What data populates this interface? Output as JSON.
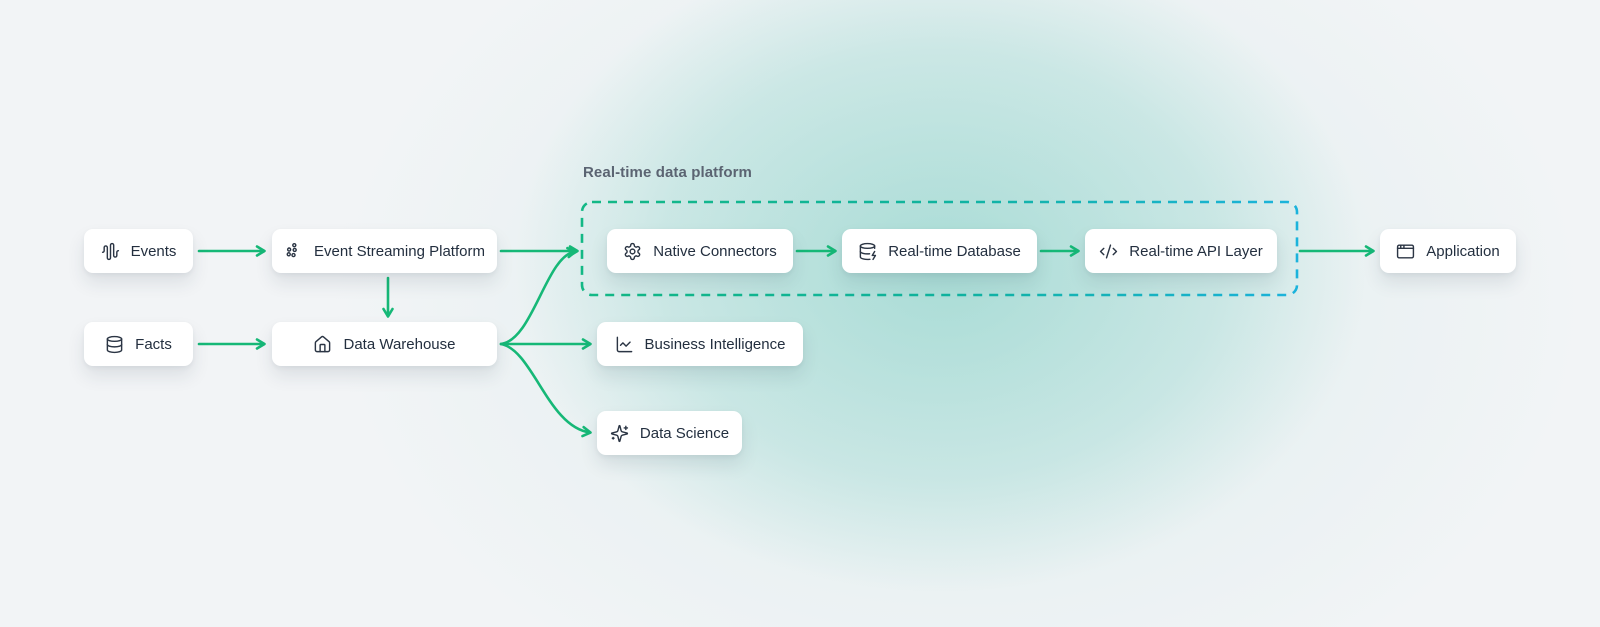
{
  "group": {
    "label": "Real-time data platform",
    "border_gradient_from": "#13b885",
    "border_gradient_mid": "#10b39e",
    "border_gradient_to": "#1cb3dc"
  },
  "colors": {
    "arrow": "#16b877",
    "node_text": "#232f3f",
    "icon_stroke": "#2b3544",
    "label_text": "#5b6472",
    "background": "#f2f4f6",
    "glow": "#7ecec3"
  },
  "nodes": [
    {
      "id": "events",
      "label": "Events",
      "icon": "waveform-icon"
    },
    {
      "id": "facts",
      "label": "Facts",
      "icon": "database-icon"
    },
    {
      "id": "event-streaming-platform",
      "label": "Event Streaming Platform",
      "icon": "cluster-icon"
    },
    {
      "id": "data-warehouse",
      "label": "Data Warehouse",
      "icon": "home-icon"
    },
    {
      "id": "native-connectors",
      "label": "Native Connectors",
      "icon": "gear-icon"
    },
    {
      "id": "realtime-database",
      "label": "Real-time Database",
      "icon": "database-zap-icon"
    },
    {
      "id": "realtime-api-layer",
      "label": "Real-time API Layer",
      "icon": "code-icon"
    },
    {
      "id": "application",
      "label": "Application",
      "icon": "app-window-icon"
    },
    {
      "id": "business-intelligence",
      "label": "Business Intelligence",
      "icon": "chart-line-icon"
    },
    {
      "id": "data-science",
      "label": "Data Science",
      "icon": "sparkles-icon"
    }
  ],
  "edges": [
    {
      "from": "events",
      "to": "event-streaming-platform"
    },
    {
      "from": "facts",
      "to": "data-warehouse"
    },
    {
      "from": "event-streaming-platform",
      "to": "data-warehouse"
    },
    {
      "from": "event-streaming-platform",
      "to": "native-connectors"
    },
    {
      "from": "data-warehouse",
      "to": "native-connectors"
    },
    {
      "from": "data-warehouse",
      "to": "business-intelligence"
    },
    {
      "from": "data-warehouse",
      "to": "data-science"
    },
    {
      "from": "native-connectors",
      "to": "realtime-database"
    },
    {
      "from": "realtime-database",
      "to": "realtime-api-layer"
    },
    {
      "from": "realtime-api-layer",
      "to": "application"
    }
  ]
}
